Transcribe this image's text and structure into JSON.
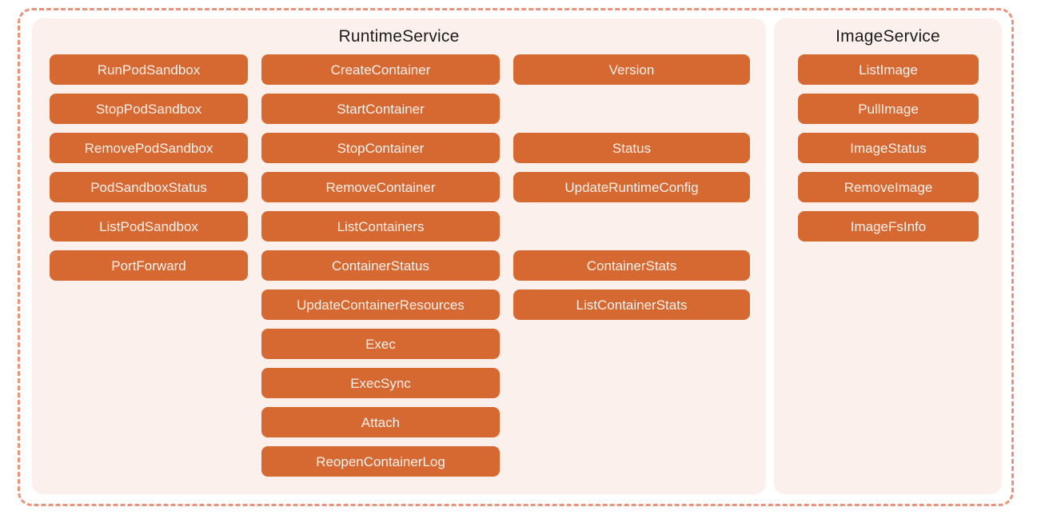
{
  "colors": {
    "page_background": "#FFFFFF",
    "boundary_dash": "#E8947C",
    "panel_fill": "#FBF0EB",
    "method_box_fill": "#D66932",
    "method_box_text": "#F9F1EC",
    "title_text": "#1D1D1F"
  },
  "runtime_service": {
    "title": "RuntimeService",
    "pod_methods": [
      "RunPodSandbox",
      "StopPodSandbox",
      "RemovePodSandbox",
      "PodSandboxStatus",
      "ListPodSandbox",
      "PortForward"
    ],
    "container_methods": [
      "CreateContainer",
      "StartContainer",
      "StopContainer",
      "RemoveContainer",
      "ListContainers",
      "ContainerStatus",
      "UpdateContainerResources",
      "Exec",
      "ExecSync",
      "Attach",
      "ReopenContainerLog"
    ],
    "misc_methods": [
      "Version",
      "Status",
      "UpdateRuntimeConfig",
      "ContainerStats",
      "ListContainerStats"
    ]
  },
  "image_service": {
    "title": "ImageService",
    "methods": [
      "ListImage",
      "PullImage",
      "ImageStatus",
      "RemoveImage",
      "ImageFsInfo"
    ]
  }
}
